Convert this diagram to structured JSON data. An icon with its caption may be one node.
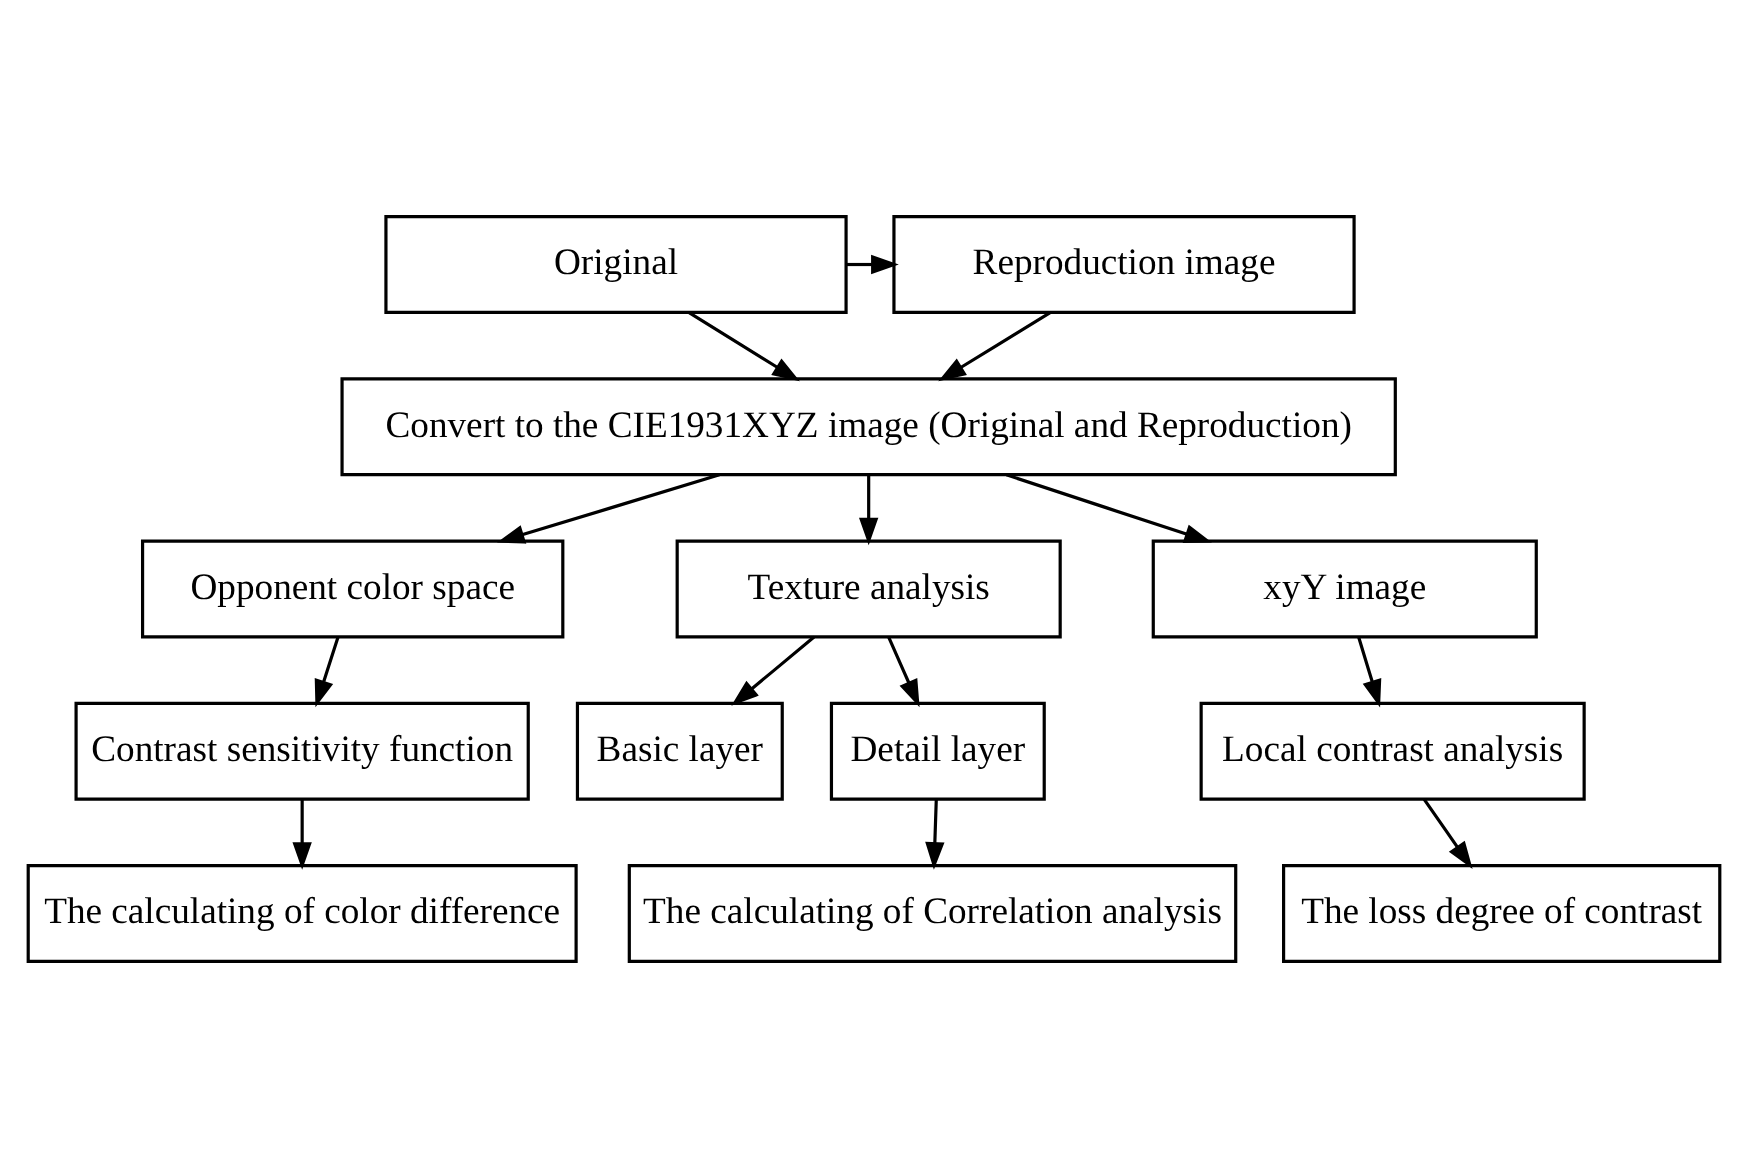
{
  "diagram": {
    "nodes": [
      {
        "text": [
          "Original"
        ]
      },
      {
        "text": [
          "Reproduction image"
        ]
      },
      {
        "text": [
          "Convert to the CIE1931XYZ image (Original and Reproduction)"
        ]
      },
      {
        "text": [
          "Opponent color space"
        ]
      },
      {
        "text": [
          "Texture analysis"
        ]
      },
      {
        "text": [
          "xyY image"
        ]
      },
      {
        "text": [
          "Contrast sensitivity function"
        ]
      },
      {
        "text": [
          "Basic layer"
        ]
      },
      {
        "text": [
          "Detail layer"
        ]
      },
      {
        "text": [
          "Local contrast analysis"
        ]
      },
      {
        "text": [
          "The calculating of color difference"
        ]
      },
      {
        "text": [
          "The calculating of Correlation analysis"
        ]
      },
      {
        "text": [
          "The loss degree of contrast"
        ]
      }
    ],
    "edges": [
      {
        "from": 0,
        "to": 1,
        "arrow": "to"
      },
      {
        "from": 0,
        "to": 2,
        "arrow": "to"
      },
      {
        "from": 1,
        "to": 2,
        "arrow": "to"
      },
      {
        "from": 2,
        "to": 3,
        "arrow": "to"
      },
      {
        "from": 2,
        "to": 4,
        "arrow": "to"
      },
      {
        "from": 2,
        "to": 5,
        "arrow": "to"
      },
      {
        "from": 3,
        "to": 6,
        "arrow": "to"
      },
      {
        "from": 4,
        "to": 7,
        "arrow": "to"
      },
      {
        "from": 4,
        "to": 8,
        "arrow": "to"
      },
      {
        "from": 5,
        "to": 9,
        "arrow": "to"
      },
      {
        "from": 6,
        "to": 10,
        "arrow": "to"
      },
      {
        "from": 8,
        "to": 11,
        "arrow": "to"
      },
      {
        "from": 9,
        "to": 12,
        "arrow": "to"
      }
    ]
  }
}
